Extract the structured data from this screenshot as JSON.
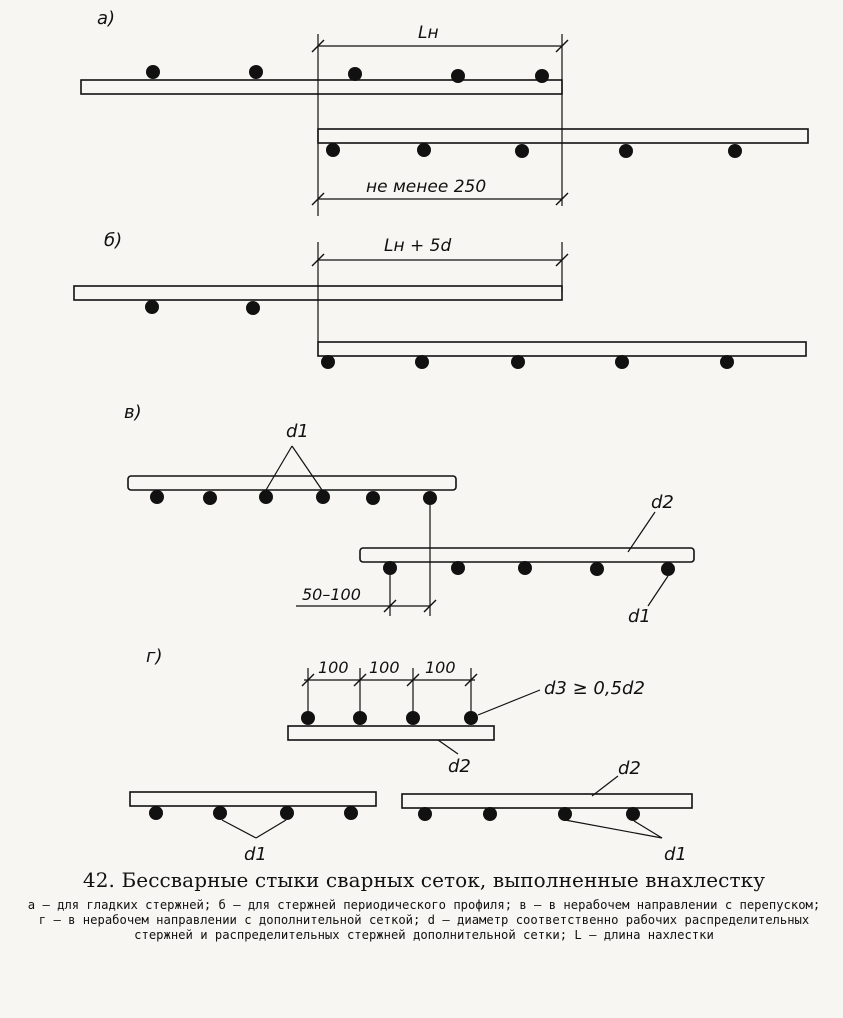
{
  "diagram": {
    "panel_a": {
      "label": "а)",
      "dim_top": "Lн",
      "dim_bottom": "не менее 250"
    },
    "panel_b": {
      "label": "б)",
      "dim_top": "Lн + 5d"
    },
    "panel_v": {
      "label": "в)",
      "d1_top": "d1",
      "d2": "d2",
      "d1_bottom": "d1",
      "dim": "50–100"
    },
    "panel_g": {
      "label": "г)",
      "dim_1": "100",
      "dim_2": "100",
      "dim_3": "100",
      "d3": "d3 ≥ 0,5d2",
      "d2_mid": "d2",
      "d2_right": "d2",
      "d1_left": "d1",
      "d1_right": "d1"
    }
  },
  "caption": {
    "title": "42. Бессварные стыки сварных сеток, выполненные внахлестку",
    "legend": "а — для гладких стержней; б — для стержней периодического профиля; в — в нерабочем направлении с перепуском; г — в нерабочем направлении с дополнительной сеткой; d — диаметр соответственно рабочих распределительных стержней и распределительных стержней дополнительной сетки; L — длина нахлестки"
  }
}
